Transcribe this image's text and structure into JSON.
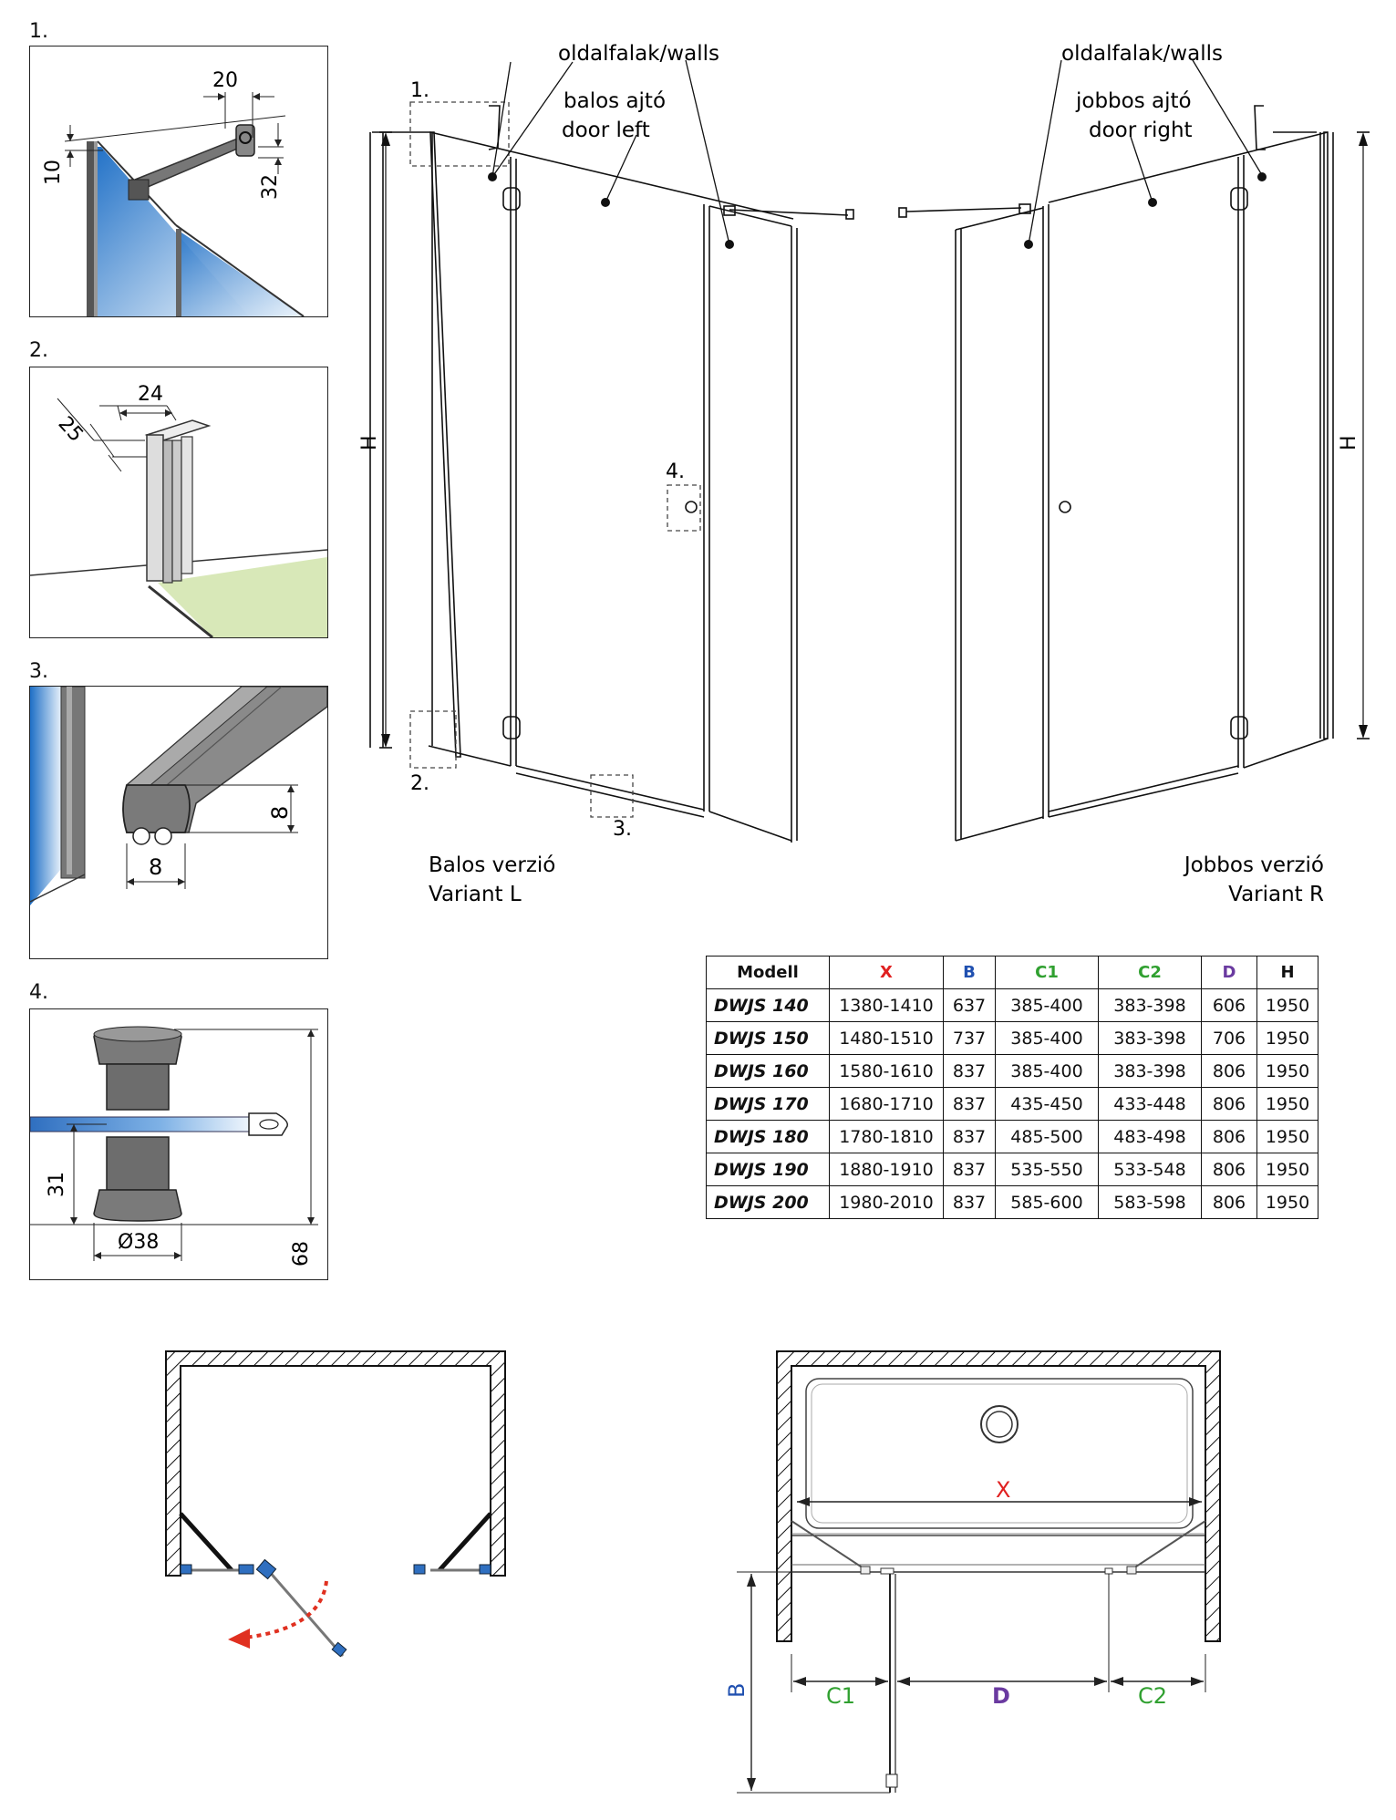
{
  "details": [
    {
      "label": "1.",
      "dims": [
        "20",
        "10",
        "32"
      ]
    },
    {
      "label": "2.",
      "dims": [
        "25",
        "24"
      ]
    },
    {
      "label": "3.",
      "dims": [
        "8",
        "8"
      ]
    },
    {
      "label": "4.",
      "dims": [
        "31",
        "Ø38",
        "68"
      ]
    }
  ],
  "main": {
    "walls_label": "oldalfalak/walls",
    "door_left_1": "balos ajtó",
    "door_left_2": "door left",
    "door_right_1": "jobbos ajtó",
    "door_right_2": "door right",
    "h_label": "H",
    "callouts": [
      "1.",
      "2.",
      "3.",
      "4."
    ],
    "variant_l_1": "Balos verzió",
    "variant_l_2": "Variant L",
    "variant_r_1": "Jobbos verzió",
    "variant_r_2": "Variant R"
  },
  "table": {
    "headers": [
      "Modell",
      "X",
      "B",
      "C1",
      "C2",
      "D",
      "H"
    ],
    "header_colors": [
      "#111111",
      "#e02020",
      "#2050b0",
      "#30a030",
      "#30a030",
      "#6a3aa0",
      "#111111"
    ],
    "rows": [
      [
        "DWJS 140",
        "1380-1410",
        "637",
        "385-400",
        "383-398",
        "606",
        "1950"
      ],
      [
        "DWJS 150",
        "1480-1510",
        "737",
        "385-400",
        "383-398",
        "706",
        "1950"
      ],
      [
        "DWJS 160",
        "1580-1610",
        "837",
        "385-400",
        "383-398",
        "806",
        "1950"
      ],
      [
        "DWJS 170",
        "1680-1710",
        "837",
        "435-450",
        "433-448",
        "806",
        "1950"
      ],
      [
        "DWJS 180",
        "1780-1810",
        "837",
        "485-500",
        "483-498",
        "806",
        "1950"
      ],
      [
        "DWJS 190",
        "1880-1910",
        "837",
        "535-550",
        "533-548",
        "806",
        "1950"
      ],
      [
        "DWJS 200",
        "1980-2010",
        "837",
        "585-600",
        "583-598",
        "806",
        "1950"
      ]
    ]
  },
  "plan": {
    "x": "X",
    "b": "B",
    "c1": "C1",
    "d": "D",
    "c2": "C2",
    "colors": {
      "x": "#e02020",
      "b": "#2050b0",
      "c": "#30a030",
      "d": "#6a3aa0",
      "arrow": "#e03020",
      "hinge": "#2f6fc0"
    }
  }
}
